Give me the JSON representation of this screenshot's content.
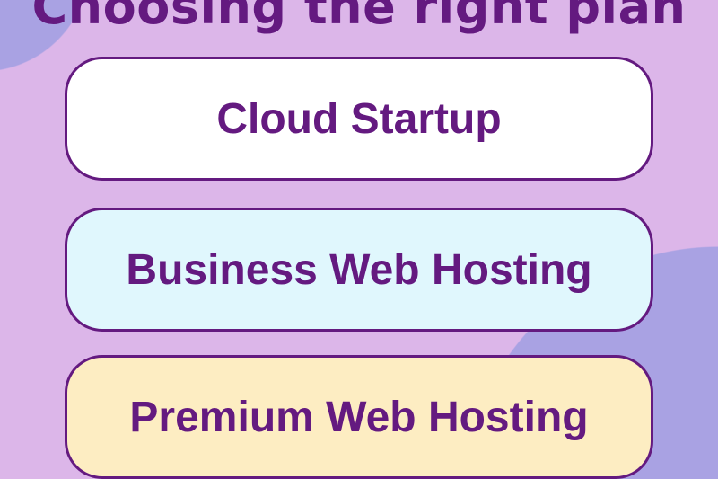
{
  "title": "Choosing the right plan",
  "plans": [
    {
      "label": "Cloud Startup",
      "color": "#ffffff"
    },
    {
      "label": "Business Web Hosting",
      "color": "#e0f7fd"
    },
    {
      "label": "Premium Web Hosting",
      "color": "#fdedc2"
    }
  ],
  "colors": {
    "background": "#dcb6e9",
    "accent": "#641a80",
    "blob": "#a9a2e3"
  }
}
